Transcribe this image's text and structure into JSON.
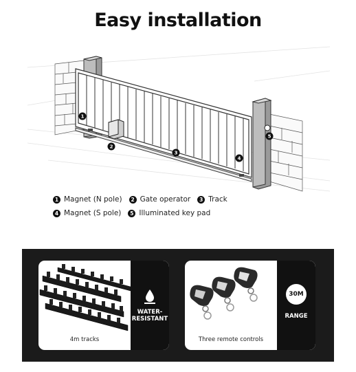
{
  "title": "Easy installation",
  "legend": {
    "row1": [
      {
        "num": "1",
        "label": "Magnet (N pole)"
      },
      {
        "num": "2",
        "label": "Gate operator"
      },
      {
        "num": "3",
        "label": "Track"
      }
    ],
    "row2": [
      {
        "num": "4",
        "label": "Magnet (S pole)"
      },
      {
        "num": "5",
        "label": "Illuminated key pad"
      }
    ]
  },
  "features": {
    "tracks_caption": "4m tracks",
    "water_label_1": "WATER-",
    "water_label_2": "RESISTANT",
    "remotes_caption": "Three remote controls",
    "range_value": "30M",
    "range_label": "RANGE"
  },
  "markers": [
    "1",
    "2",
    "3",
    "4",
    "5"
  ]
}
